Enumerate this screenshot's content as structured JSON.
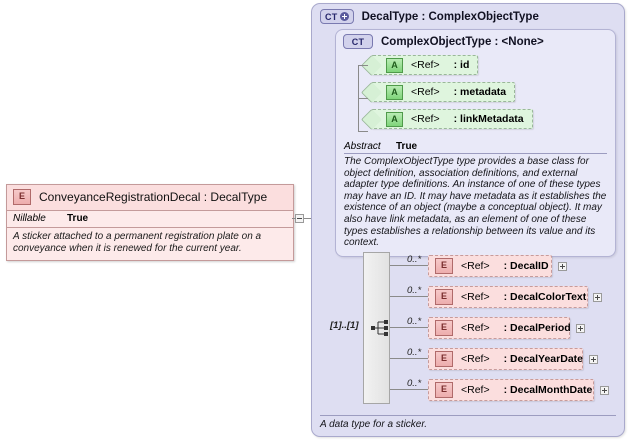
{
  "left_element": {
    "badge": "E",
    "title": "ConveyanceRegistrationDecal : DecalType",
    "property_label": "Nillable",
    "property_value": "True",
    "description": "A sticker attached to a permanent registration plate on a conveyance when it is renewed for the current year.",
    "toggle_icon": "minus-toggle"
  },
  "type_panel": {
    "badge": "CT",
    "title": "DecalType : ComplexObjectType",
    "footer": "A data type for a sticker.",
    "base_panel": {
      "badge": "CT",
      "title": "ComplexObjectType : <None>",
      "attributes": [
        {
          "badge": "A",
          "ref": "<Ref>",
          "name": ": id"
        },
        {
          "badge": "A",
          "ref": "<Ref>",
          "name": ": metadata"
        },
        {
          "badge": "A",
          "ref": "<Ref>",
          "name": ": linkMetadata"
        }
      ],
      "abstract_label": "Abstract",
      "abstract_value": "True",
      "abstract_description": "The ComplexObjectType type provides a base class for object definition, association definitions, and external adapter type definitions. An instance of one of these types may have an ID. It may have metadata as it establishes the existence of an object (maybe a conceptual object). It may also have link metadata, as an element of one of these types establishes a relationship between its value and its context."
    },
    "sequence": {
      "cardinality": "[1]..[1]",
      "icon": "sequence-icon"
    },
    "elements": [
      {
        "badge": "E",
        "ref": "<Ref>",
        "name": ": DecalID",
        "occurs": "0..*",
        "width": 124
      },
      {
        "badge": "E",
        "ref": "<Ref>",
        "name": ": DecalColorText",
        "occurs": "0..*",
        "width": 160
      },
      {
        "badge": "E",
        "ref": "<Ref>",
        "name": ": DecalPeriod",
        "occurs": "0..*",
        "width": 142
      },
      {
        "badge": "E",
        "ref": "<Ref>",
        "name": ": DecalYearDate",
        "occurs": "0..*",
        "width": 155
      },
      {
        "badge": "E",
        "ref": "<Ref>",
        "name": ": DecalMonthDate",
        "occurs": "0..*",
        "width": 166
      }
    ]
  },
  "colors": {
    "panel_background": "#dedef2",
    "base_panel_background": "#e9e9f8",
    "element_pink": "#fbdede",
    "attribute_green": "#dff5de",
    "connector": "#8a8a8a"
  }
}
